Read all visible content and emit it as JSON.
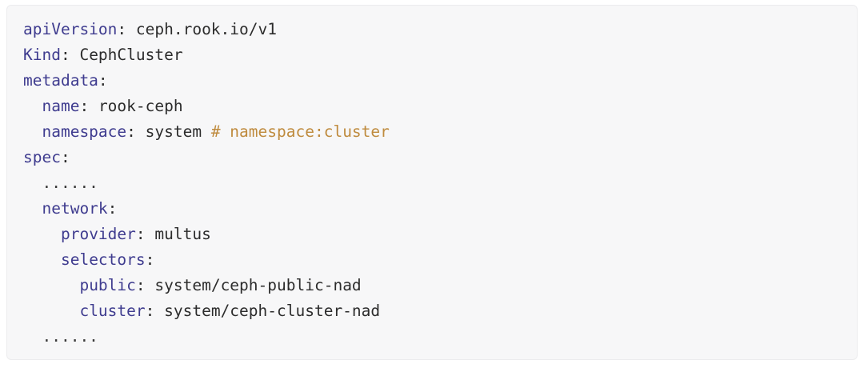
{
  "code_block": {
    "language": "yaml",
    "background_color": "#f7f7f8",
    "border_color": "#ececee",
    "colors": {
      "key": "#3f3c8f",
      "value": "#2c2c2c",
      "punctuation": "#2c2c2c",
      "comment": "#bf8b3e",
      "ellipsis": "#3a3a3a"
    },
    "lines": [
      {
        "id": "line-apiversion",
        "indent": "",
        "key": "apiVersion",
        "punct": ": ",
        "value": "ceph.rook.io/v1",
        "comment": ""
      },
      {
        "id": "line-kind",
        "indent": "",
        "key": "Kind",
        "punct": ": ",
        "value": "CephCluster",
        "comment": ""
      },
      {
        "id": "line-metadata",
        "indent": "",
        "key": "metadata",
        "punct": ":",
        "value": "",
        "comment": ""
      },
      {
        "id": "line-metadata-name",
        "indent": "  ",
        "key": "name",
        "punct": ": ",
        "value": "rook-ceph",
        "comment": ""
      },
      {
        "id": "line-metadata-namespace",
        "indent": "  ",
        "key": "namespace",
        "punct": ": ",
        "value": "system ",
        "comment": "# namespace:cluster"
      },
      {
        "id": "line-spec",
        "indent": "",
        "key": "spec",
        "punct": ":",
        "value": "",
        "comment": ""
      },
      {
        "id": "line-spec-ellipsis-top",
        "indent": "  ",
        "key": "",
        "punct": "",
        "value": "......",
        "comment": "",
        "is_ellipsis": true
      },
      {
        "id": "line-network",
        "indent": "  ",
        "key": "network",
        "punct": ":",
        "value": "",
        "comment": ""
      },
      {
        "id": "line-network-provider",
        "indent": "    ",
        "key": "provider",
        "punct": ": ",
        "value": "multus",
        "comment": ""
      },
      {
        "id": "line-network-selectors",
        "indent": "    ",
        "key": "selectors",
        "punct": ":",
        "value": "",
        "comment": ""
      },
      {
        "id": "line-selectors-public",
        "indent": "      ",
        "key": "public",
        "punct": ": ",
        "value": "system/ceph-public-nad",
        "comment": ""
      },
      {
        "id": "line-selectors-cluster",
        "indent": "      ",
        "key": "cluster",
        "punct": ": ",
        "value": "system/ceph-cluster-nad",
        "comment": ""
      },
      {
        "id": "line-spec-ellipsis-bottom",
        "indent": "  ",
        "key": "",
        "punct": "",
        "value": "......",
        "comment": "",
        "is_ellipsis": true
      }
    ]
  }
}
